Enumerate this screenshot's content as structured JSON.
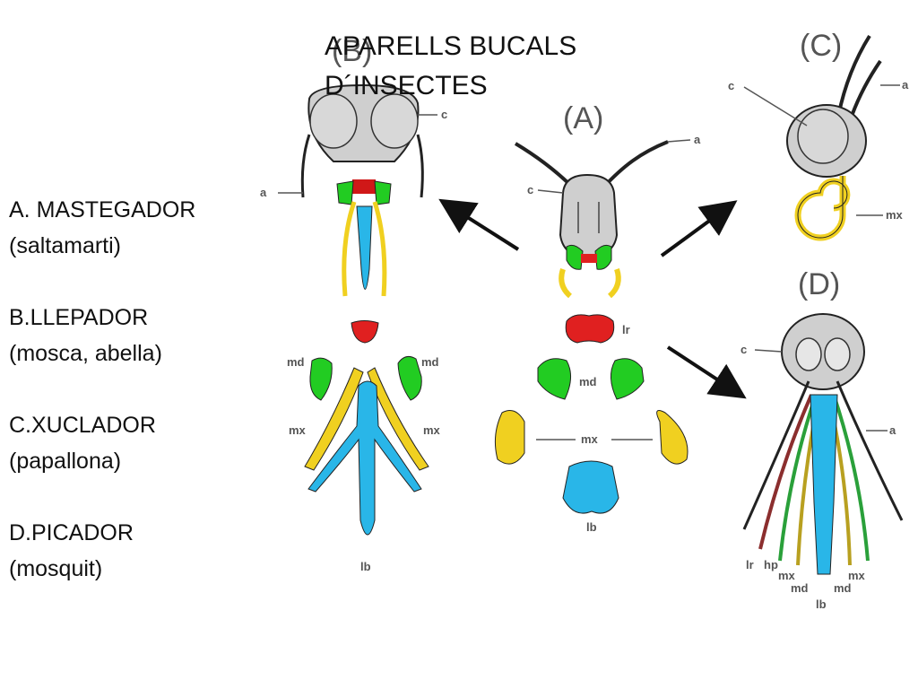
{
  "title": "APARELLS BUCALS\nD´INSECTES",
  "legend": [
    {
      "type": "A. MASTEGADOR",
      "example": "(saltamarti)"
    },
    {
      "type": "B.LLEPADOR",
      "example": "(mosca, abella)"
    },
    {
      "type": "C.XUCLADOR",
      "example": "(papallona)"
    },
    {
      "type": "D.PICADOR",
      "example": "(mosquit)"
    }
  ],
  "panels": {
    "A": "(A)",
    "B": "(B)",
    "C": "(C)",
    "D": "(D)"
  },
  "parts": {
    "a": "a",
    "c": "c",
    "lr": "lr",
    "md": "md",
    "mx": "mx",
    "lb": "lb",
    "hp": "hp"
  },
  "colors": {
    "head": "#cfcfcf",
    "labrum": "#e02020",
    "mandible": "#22cc22",
    "maxilla": "#f0d020",
    "labium": "#29b6e8",
    "outline": "#222222"
  }
}
